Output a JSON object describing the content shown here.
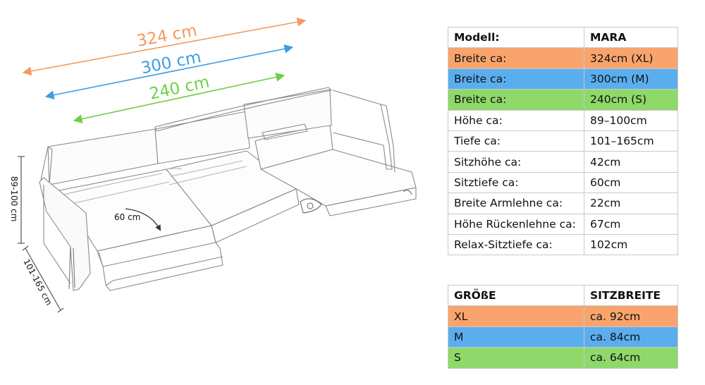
{
  "drawing": {
    "dimensions": {
      "xl": "324 cm",
      "m": "300 cm",
      "s": "240 cm",
      "seat_depth": "60 cm",
      "height": "89-100 cm",
      "depth": "101-165 cm"
    },
    "colors": {
      "xl": "#f39a5c",
      "m": "#3d9ee2",
      "s": "#6fcf45",
      "line": "#555555"
    }
  },
  "spec_table": {
    "header": {
      "label": "Modell:",
      "value": "MARA"
    },
    "rows": [
      {
        "label": "Breite ca:",
        "value": "324cm (XL)"
      },
      {
        "label": "Breite ca:",
        "value": "300cm (M)"
      },
      {
        "label": "Breite ca:",
        "value": "240cm (S)"
      },
      {
        "label": "Höhe ca:",
        "value": "89–100cm"
      },
      {
        "label": "Tiefe ca:",
        "value": "101–165cm"
      },
      {
        "label": "Sitzhöhe ca:",
        "value": "42cm"
      },
      {
        "label": "Sitztiefe ca:",
        "value": "60cm"
      },
      {
        "label": "Breite Armlehne ca:",
        "value": "22cm"
      },
      {
        "label": "Höhe Rückenlehne ca:",
        "value": "67cm"
      },
      {
        "label": "Relax-Sitztiefe ca:",
        "value": "102cm"
      }
    ]
  },
  "size_table": {
    "header": {
      "label": "GRÖßE",
      "value": "SITZBREITE"
    },
    "rows": [
      {
        "label": "XL",
        "value": "ca. 92cm"
      },
      {
        "label": "M",
        "value": "ca. 84cm"
      },
      {
        "label": "S",
        "value": "ca. 64cm"
      }
    ]
  },
  "row_colors": {
    "xl": "#f9a46c",
    "m": "#5aaeef",
    "s": "#8fd86a"
  }
}
